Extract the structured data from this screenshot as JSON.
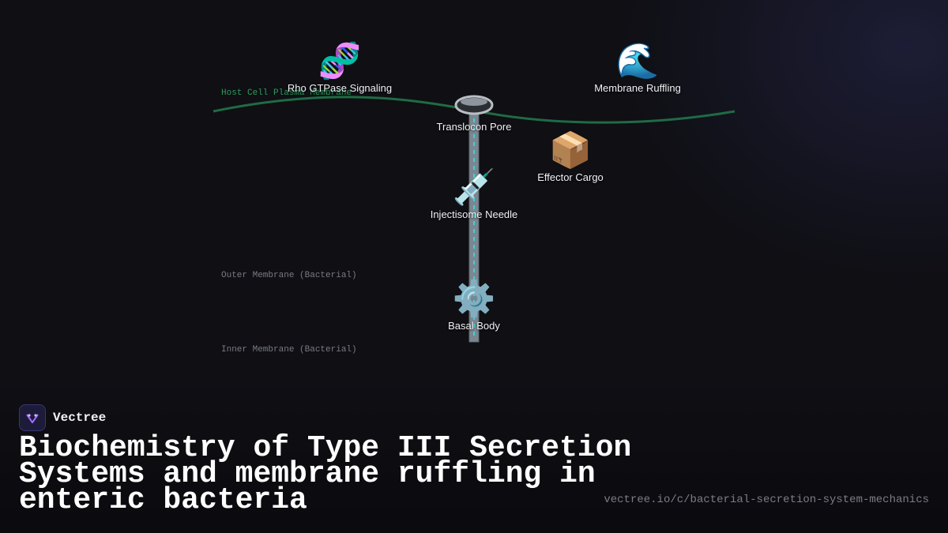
{
  "diagram": {
    "membranes": {
      "host": "Host Cell Plasma Membrane",
      "outer": "Outer Membrane (Bacterial)",
      "inner": "Inner Membrane (Bacterial)"
    },
    "nodes": {
      "rho": {
        "label": "Rho GTPase Signaling",
        "icon": "dna-icon",
        "glyph": "🧬"
      },
      "ruffling": {
        "label": "Membrane Ruffling",
        "icon": "wave-icon",
        "glyph": "🌊"
      },
      "translocon": {
        "label": "Translocon Pore",
        "icon": "pore-icon"
      },
      "cargo": {
        "label": "Effector Cargo",
        "icon": "package-icon",
        "glyph": "📦"
      },
      "needle": {
        "label": "Injectisome Needle",
        "icon": "syringe-icon",
        "glyph": "💉"
      },
      "basal": {
        "label": "Basal Body",
        "icon": "gear-icon",
        "glyph": "⚙️"
      }
    },
    "colors": {
      "membrane": "#1f6b45",
      "needle": "#7b8790",
      "channel": "#3fd0d8",
      "host_label": "#2e9a5b"
    }
  },
  "footer": {
    "brand": "Vectree",
    "title": "Biochemistry of Type III Secretion Systems and membrane ruffling in enteric bacteria",
    "url": "vectree.io/c/bacterial-secretion-system-mechanics"
  }
}
